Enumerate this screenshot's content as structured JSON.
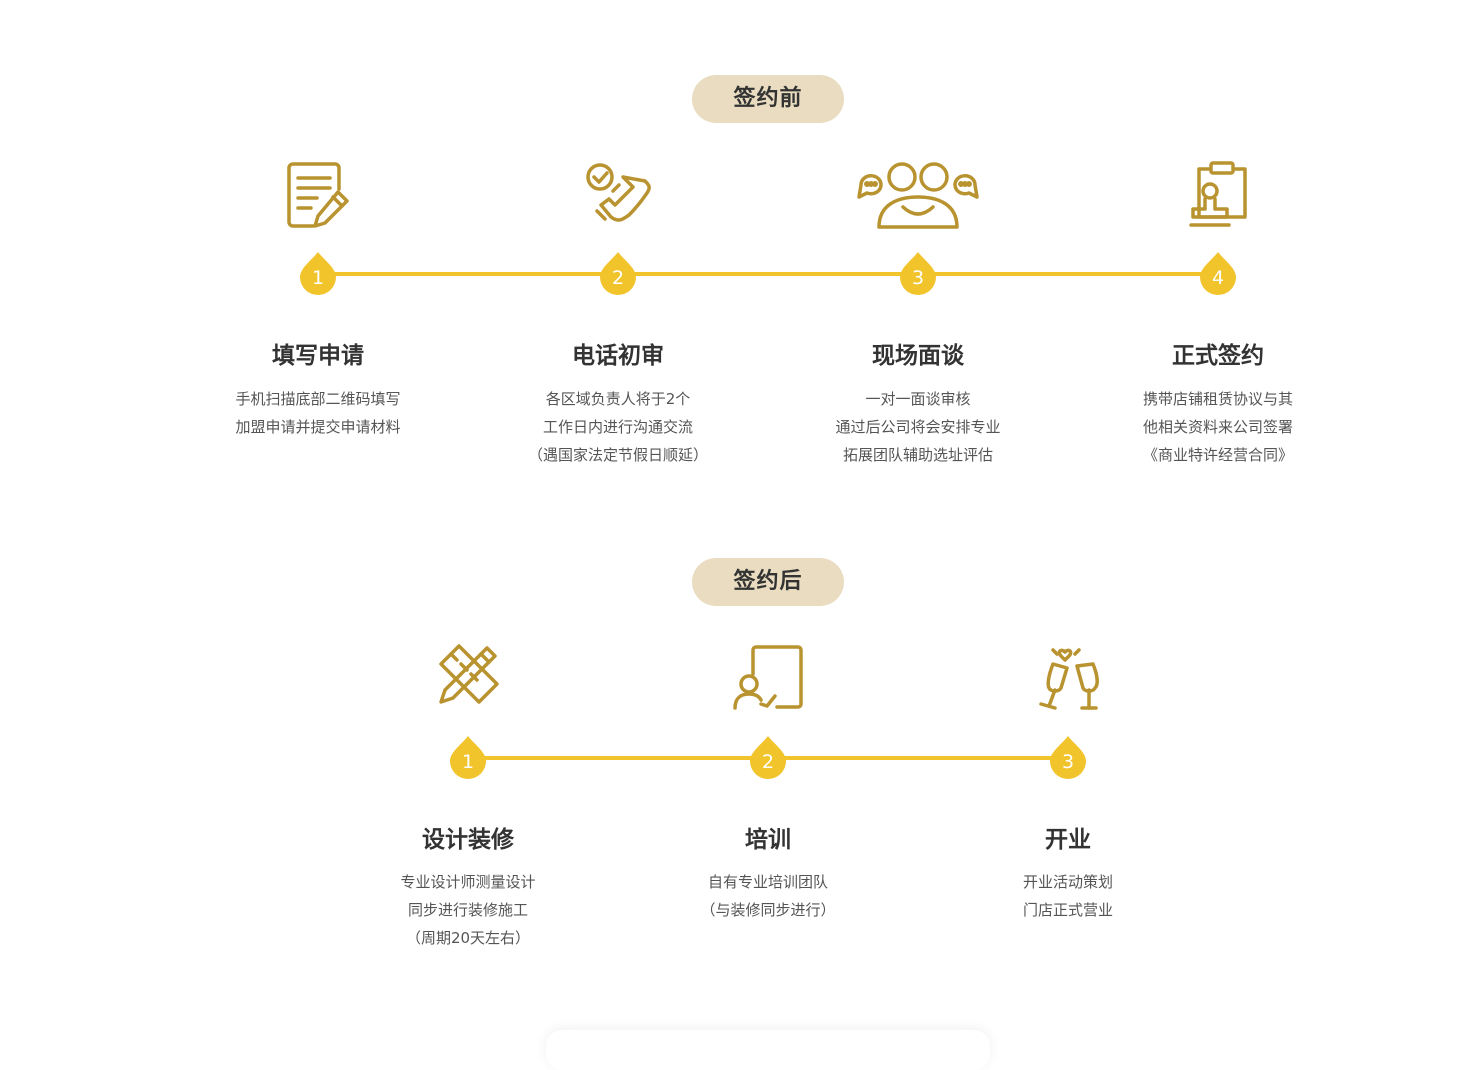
{
  "colors": {
    "accent": "#f1c42b",
    "icon_gold": "#b8932f",
    "pill_bg": "#e9dcc0",
    "title_text": "#333333",
    "desc_text": "#555555"
  },
  "before_signing": {
    "heading": "签约前",
    "steps": [
      {
        "number": "1",
        "icon": "form-edit-icon",
        "title": "填写申请",
        "desc": [
          "手机扫描底部二维码填写",
          "加盟申请并提交申请材料"
        ]
      },
      {
        "number": "2",
        "icon": "phone-check-icon",
        "title": "电话初审",
        "desc": [
          "各区域负责人将于2个",
          "工作日内进行沟通交流",
          "（遇国家法定节假日顺延）"
        ]
      },
      {
        "number": "3",
        "icon": "meeting-people-icon",
        "title": "现场面谈",
        "desc": [
          "一对一面谈审核",
          "通过后公司将会安排专业",
          "拓展团队辅助选址评估"
        ]
      },
      {
        "number": "4",
        "icon": "clipboard-stamp-icon",
        "title": "正式签约",
        "desc": [
          "携带店铺租赁协议与其",
          "他相关资料来公司签署",
          "《商业特许经营合同》"
        ]
      }
    ]
  },
  "after_signing": {
    "heading": "签约后",
    "steps": [
      {
        "number": "1",
        "icon": "ruler-pencil-icon",
        "title": "设计装修",
        "desc": [
          "专业设计师测量设计",
          "同步进行装修施工",
          "（周期20天左右）"
        ]
      },
      {
        "number": "2",
        "icon": "trainer-board-icon",
        "title": "培训",
        "desc": [
          "自有专业培训团队",
          "（与装修同步进行）"
        ]
      },
      {
        "number": "3",
        "icon": "champagne-toast-icon",
        "title": "开业",
        "desc": [
          "开业活动策划",
          "门店正式营业"
        ]
      }
    ]
  }
}
